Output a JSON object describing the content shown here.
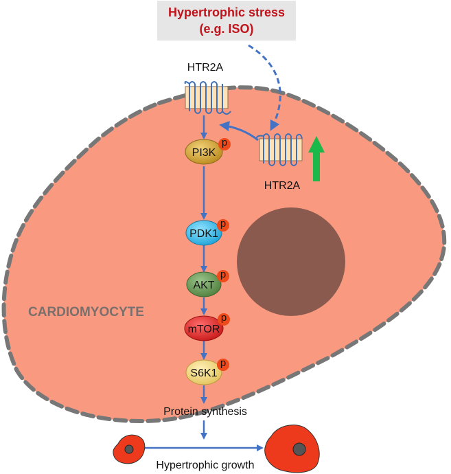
{
  "stress_box": {
    "line1": "Hypertrophic stress",
    "line2": "(e.g. ISO)"
  },
  "receptors": {
    "membrane_label": "HTR2A",
    "upregulated_label": "HTR2A"
  },
  "cell_label": "CARDIOMYOCYTE",
  "pathway": [
    {
      "label": "PI3K",
      "phospho": "p",
      "color_light": "#f3d27a",
      "color_dark": "#b98a1c"
    },
    {
      "label": "PDK1",
      "phospho": "p",
      "color_light": "#8fe3ff",
      "color_dark": "#1ea3d6"
    },
    {
      "label": "AKT",
      "phospho": "p",
      "color_light": "#9bc48a",
      "color_dark": "#4f7f3e"
    },
    {
      "label": "mTOR",
      "phospho": "p",
      "color_light": "#ff6b6b",
      "color_dark": "#c81818"
    },
    {
      "label": "S6K1",
      "phospho": "p",
      "color_light": "#fff0b8",
      "color_dark": "#e2c35d"
    }
  ],
  "outcomes": {
    "protein_synthesis": "Protein synthesis",
    "hypertrophic_growth": "Hypertrophic growth"
  },
  "colors": {
    "cell_fill": "#f99a80",
    "membrane_dash": "#777777",
    "nucleus": "#8b5a4f",
    "arrow": "#4472c4",
    "upregulation_arrow": "#1db84a",
    "stress_text": "#c0141c",
    "small_cell": "#ee3a1c"
  }
}
